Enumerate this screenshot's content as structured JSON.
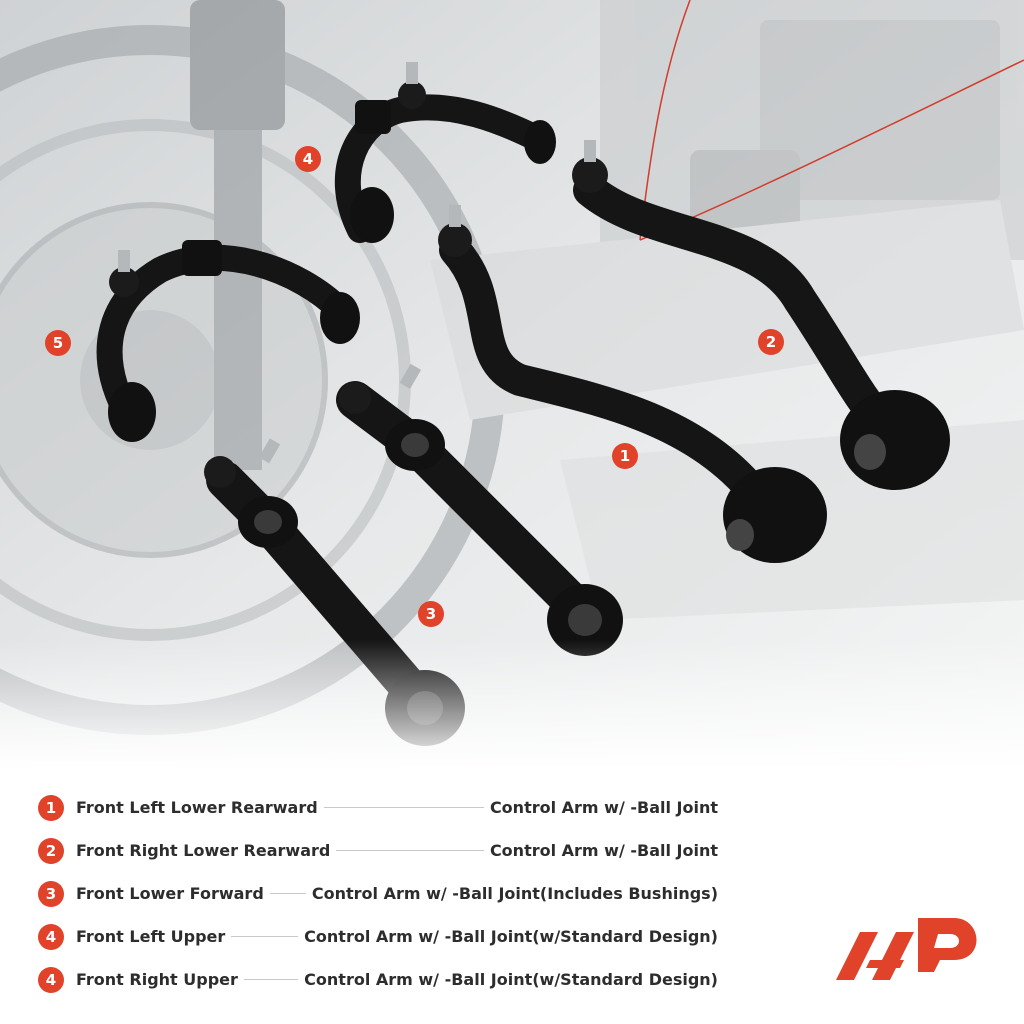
{
  "brand": {
    "accent": "#e0422a",
    "logo_icon": "a-premium-logo-icon"
  },
  "callouts": [
    "1",
    "2",
    "3",
    "4",
    "5"
  ],
  "legend": [
    {
      "num": "1",
      "left": "Front Left Lower Rearward",
      "right": "Control Arm w/ -Ball Joint"
    },
    {
      "num": "2",
      "left": "Front Right Lower Rearward",
      "right": "Control Arm w/ -Ball Joint"
    },
    {
      "num": "3",
      "left": "Front Lower Forward",
      "right": "Control Arm w/ -Ball Joint(Includes Bushings)"
    },
    {
      "num": "4",
      "left": "Front Left Upper",
      "right": "Control Arm w/ -Ball Joint(w/Standard Design)"
    },
    {
      "num": "4",
      "left": "Front Right Upper",
      "right": "Control Arm w/ -Ball Joint(w/Standard Design)"
    }
  ]
}
